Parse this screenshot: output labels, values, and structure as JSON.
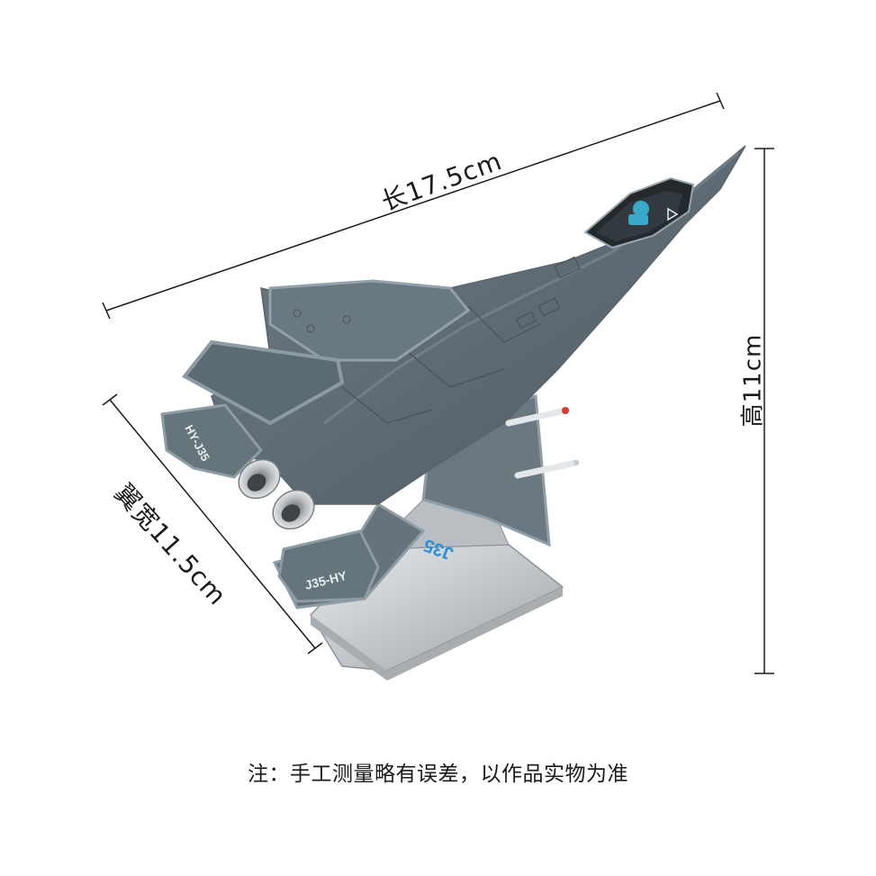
{
  "dimensions": {
    "length": "长17.5cm",
    "height": "高11cm",
    "wingspan": "翼宽11.5cm"
  },
  "markings": {
    "stabilizer_left": "HY-J35",
    "stabilizer_right": "J35-HY",
    "stand_label": "J35"
  },
  "note": "注：手工测量略有误差，以作品实物为准",
  "colors": {
    "airframe": "#5d6a72",
    "airframe_light": "#8796a0",
    "stand": "#c8ccd0",
    "canopy_seat": "#3aa9c9",
    "stand_text": "#2b8fd6",
    "missile_tip": "#d63a2a",
    "dimension_line": "#1a1a1a"
  }
}
